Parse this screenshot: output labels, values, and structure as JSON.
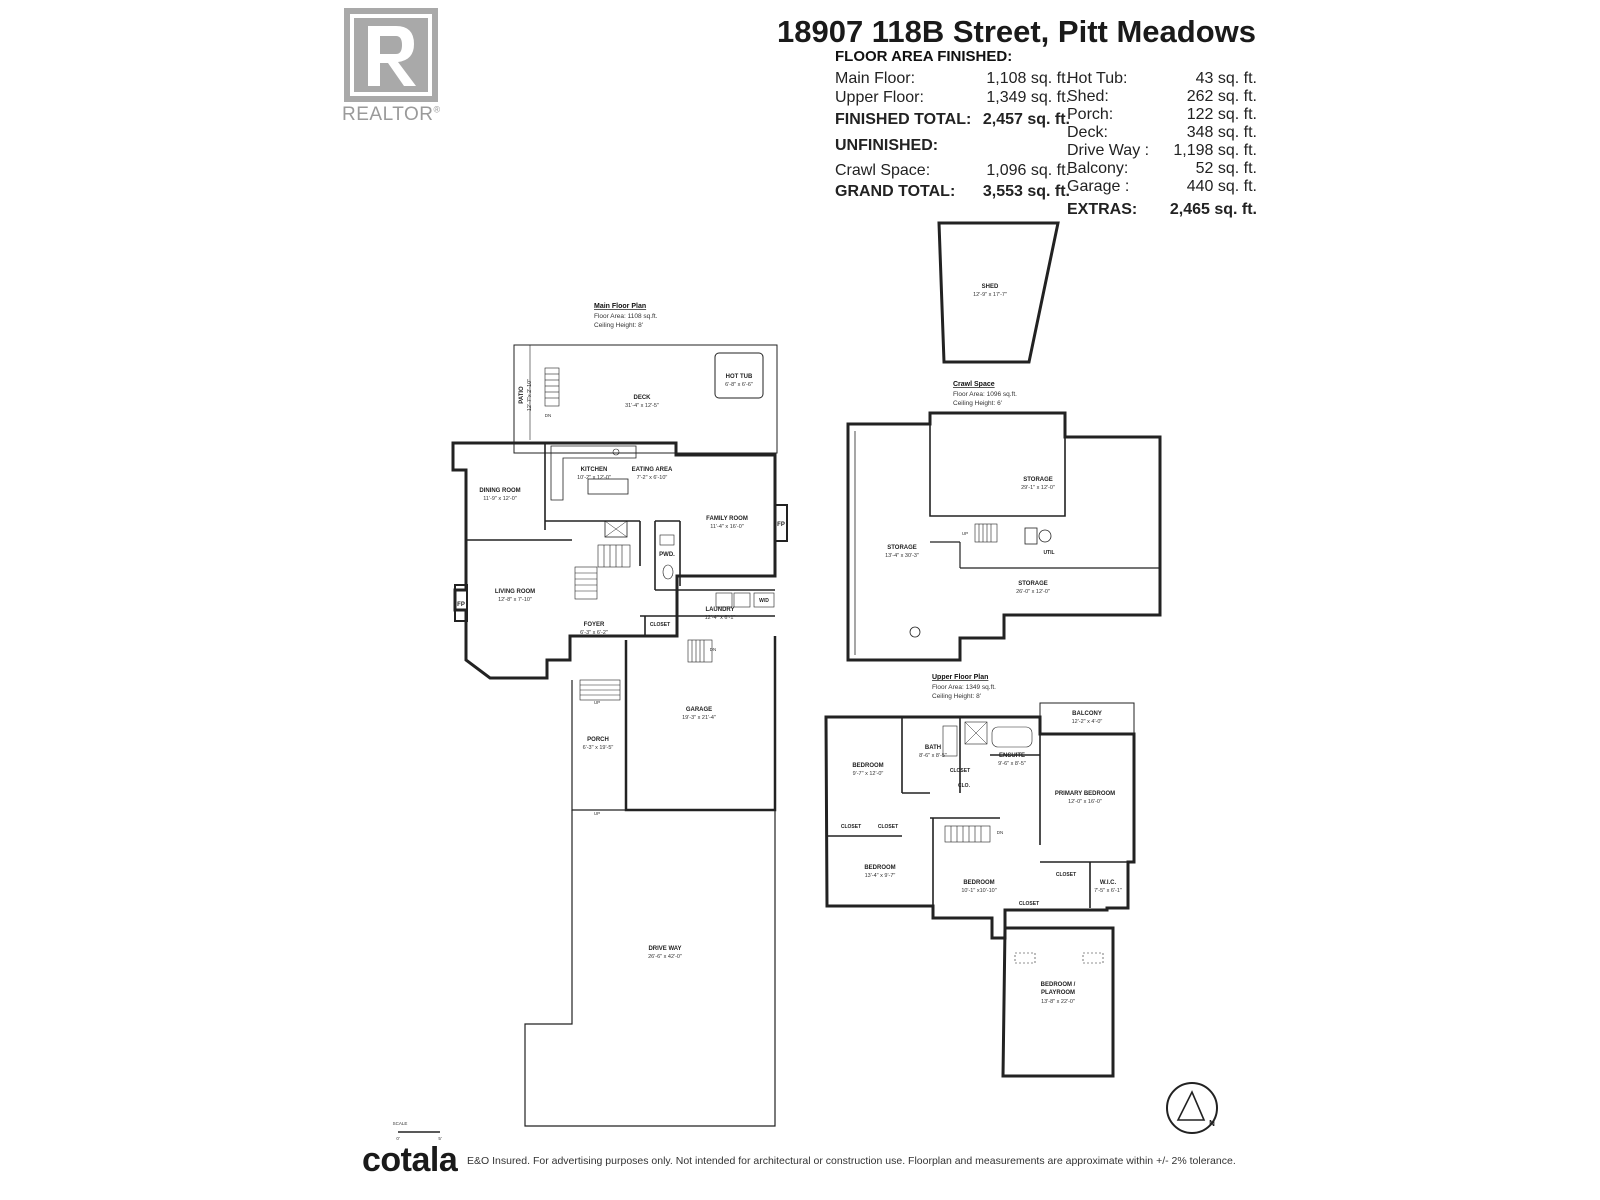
{
  "brand": {
    "logo_letter": "R",
    "logo_word": "REALTOR",
    "logo_mark": "®"
  },
  "title": "18907 118B Street, Pitt Meadows",
  "floor_area_heading": "FLOOR AREA FINISHED:",
  "finished": [
    {
      "label": "Main Floor:",
      "value": "1,108 sq. ft."
    },
    {
      "label": "Upper Floor:",
      "value": "1,349 sq. ft."
    }
  ],
  "finished_total": {
    "label": "FINISHED TOTAL:",
    "value": "2,457 sq. ft."
  },
  "unfinished_heading": "UNFINISHED:",
  "unfinished": [
    {
      "label": "Crawl Space:",
      "value": "1,096 sq. ft."
    }
  ],
  "grand_total": {
    "label": "GRAND TOTAL:",
    "value": "3,553 sq. ft."
  },
  "extras": [
    {
      "label": "Hot Tub:",
      "value": "43 sq. ft."
    },
    {
      "label": "Shed:",
      "value": "262 sq. ft."
    },
    {
      "label": "Porch:",
      "value": "122 sq. ft."
    },
    {
      "label": "Deck:",
      "value": "348 sq. ft."
    },
    {
      "label": "Drive Way :",
      "value": "1,198 sq. ft."
    },
    {
      "label": "Balcony:",
      "value": "52 sq. ft."
    },
    {
      "label": "Garage :",
      "value": "440 sq. ft."
    }
  ],
  "extras_total": {
    "label": "EXTRAS:",
    "value": "2,465 sq. ft."
  },
  "main_floor": {
    "title": "Main Floor Plan",
    "area": "Floor Area: 1108 sq.ft.",
    "ceiling": "Ceiling Height: 8'",
    "rooms": {
      "deck": {
        "name": "DECK",
        "dim": "31'-4\" x 12'-5\""
      },
      "hot_tub": {
        "name": "HOT TUB",
        "dim": "6'-8\" x 6'-6\""
      },
      "patio": {
        "name": "PATIO",
        "dim": "12'-7\"x 2'-10\""
      },
      "kitchen": {
        "name": "KITCHEN",
        "dim": "10'-2\" x 12'-0\""
      },
      "eating": {
        "name": "EATING AREA",
        "dim": "7'-2\" x 6'-10\""
      },
      "dining": {
        "name": "DINING ROOM",
        "dim": "11'-9\" x 12'-0\""
      },
      "family": {
        "name": "FAMILY ROOM",
        "dim": "11'-4\" x 16'-0\""
      },
      "living": {
        "name": "LIVING ROOM",
        "dim": "12'-8\" x 7'-10\""
      },
      "pwd": {
        "name": "PWD."
      },
      "laundry": {
        "name": "LAUNDRY",
        "dim": "12'-4\" x 6'-1\""
      },
      "foyer": {
        "name": "FOYER",
        "dim": "6'-3\" x 6'-2\""
      },
      "closet": {
        "name": "CLOSET"
      },
      "garage": {
        "name": "GARAGE",
        "dim": "19'-3\" x 21'-4\""
      },
      "porch": {
        "name": "PORCH",
        "dim": "6'-3\" x 19'-5\""
      },
      "driveway": {
        "name": "DRIVE WAY",
        "dim": "26'-6\" x 42'-0\""
      },
      "fp": {
        "name": "FP"
      },
      "wd": {
        "name": "W/D"
      }
    }
  },
  "shed": {
    "name": "SHED",
    "dim": "12'-9\" x 17'-7\""
  },
  "crawl_space": {
    "title": "Crawl Space",
    "area": "Floor Area: 1096 sq.ft.",
    "ceiling": "Ceiling Height: 6'",
    "storage1": {
      "name": "STORAGE",
      "dim": "29'-1\" x 12'-0\""
    },
    "storage2": {
      "name": "STORAGE",
      "dim": "13'-4\" x 30'-3\""
    },
    "storage3": {
      "name": "STORAGE",
      "dim": "26'-0\" x 12'-0\""
    },
    "util": "UTIL"
  },
  "upper_floor": {
    "title": "Upper Floor Plan",
    "area": "Floor Area: 1349 sq.ft.",
    "ceiling": "Ceiling Height: 8'",
    "rooms": {
      "balcony": {
        "name": "BALCONY",
        "dim": "12'-2\" x 4'-0\""
      },
      "bedroom1": {
        "name": "BEDROOM",
        "dim": "9'-7\" x 12'-0\""
      },
      "bath": {
        "name": "BATH",
        "dim": "8'-6\" x 8'-5\""
      },
      "ensuite": {
        "name": "ENSUITE",
        "dim": "9'-6\" x 8'-5\""
      },
      "primary": {
        "name": "PRIMARY BEDROOM",
        "dim": "12'-0\" x 16'-0\""
      },
      "bedroom2": {
        "name": "BEDROOM",
        "dim": "13'-4\" x 9'-7\""
      },
      "bedroom3": {
        "name": "BEDROOM",
        "dim": "10'-1\" x10'-10\""
      },
      "wic": {
        "name": "W.I.C.",
        "dim": "7'-5\" x 6'-1\""
      },
      "playroom": {
        "name1": "BEDROOM /",
        "name2": "PLAYROOM",
        "dim": "13'-8\" x 22'-0\""
      },
      "closet": "CLOSET",
      "clo": "CLO."
    }
  },
  "stairs": {
    "up": "UP",
    "dn": "DN"
  },
  "scale": {
    "label": "SCALE",
    "zero": "0'",
    "five": "5'"
  },
  "north": "N",
  "footer": {
    "brand": "cotala",
    "disclaimer": "E&O Insured. For advertising purposes only. Not intended for architectural or construction use. Floorplan and measurements are approximate within +/- 2% tolerance."
  }
}
